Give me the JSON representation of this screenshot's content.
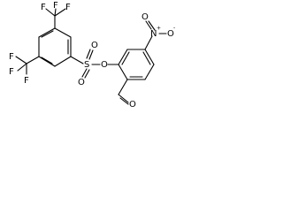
{
  "molecule": {
    "atoms": {
      "f_top_left": "F",
      "f_top_mid": "F",
      "f_top_right": "F",
      "f_left_1": "F",
      "f_left_2": "F",
      "f_left_3": "F",
      "sulfur": "S",
      "oxygen_up": "O",
      "oxygen_down": "O",
      "ester_oxygen": "O",
      "nitro_n": "N",
      "nitro_o_top": "O",
      "nitro_o_right": "O",
      "nitro_n_charge": "+",
      "nitro_o_charge": "-",
      "aldehyde_o": "O"
    }
  }
}
